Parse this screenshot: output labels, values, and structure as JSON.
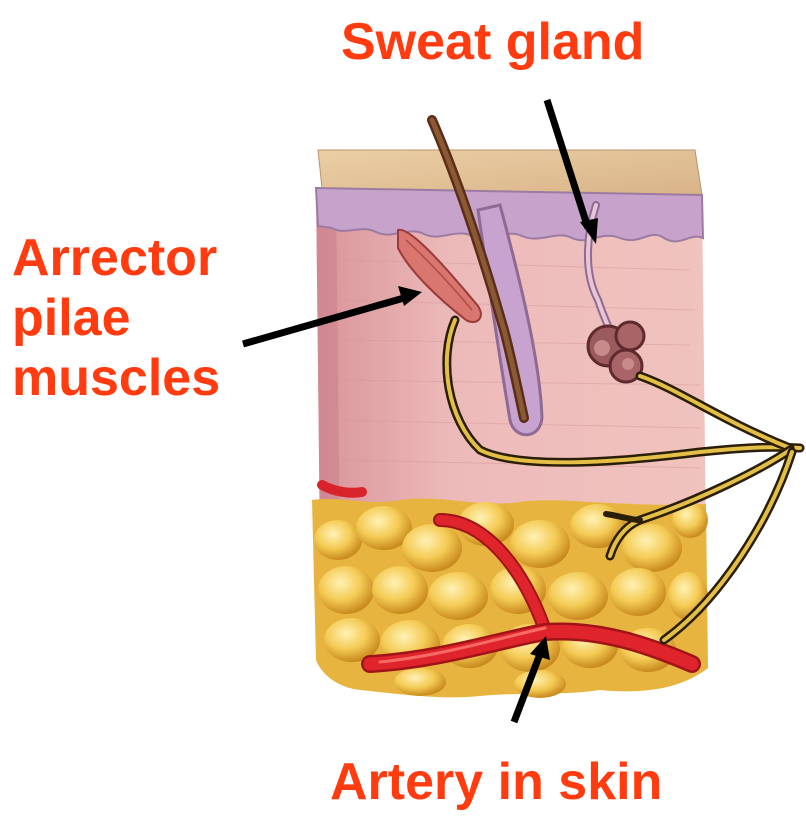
{
  "labels": {
    "sweat_gland": "Sweat gland",
    "arrector_line1": "Arrector",
    "arrector_line2": "pilae",
    "arrector_line3": "muscles",
    "artery": "Artery in skin"
  },
  "colors": {
    "label": "#FF3B0F",
    "arrow": "#000000",
    "epidermis": "#C9A7C9",
    "dermis": "#E9B2B3",
    "fat": "#F2C64A",
    "artery": "#E0242B",
    "nerve": "#D8B33A",
    "hair": "#6B3A22"
  }
}
